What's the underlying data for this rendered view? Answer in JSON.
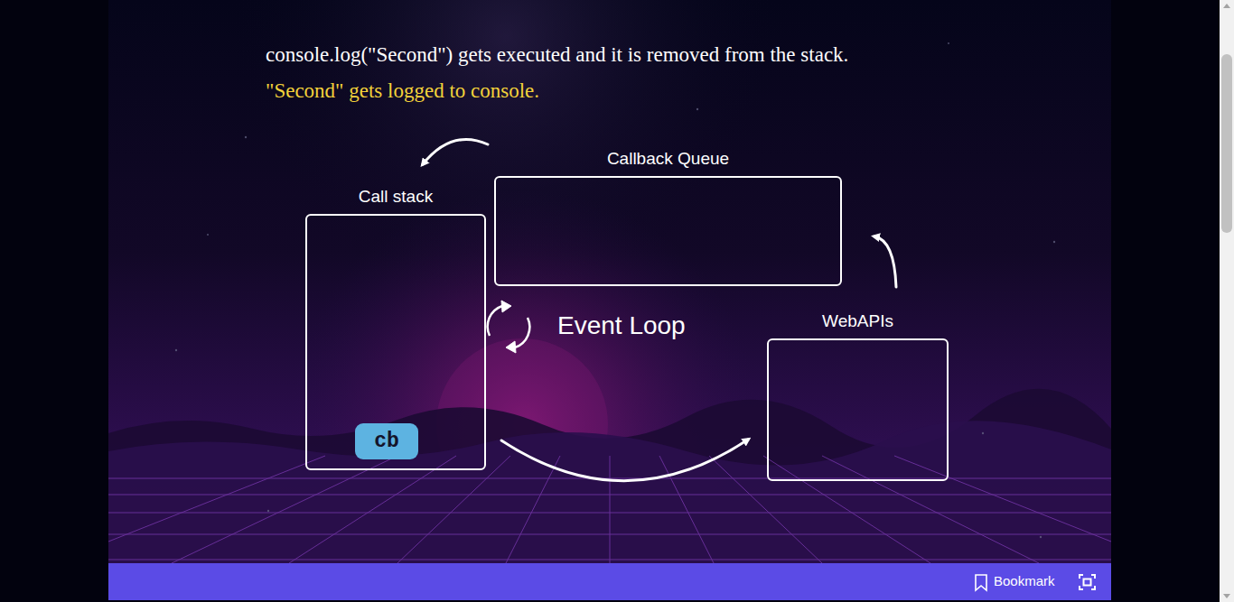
{
  "diagram": {
    "title": "console.log(\"Second\") gets executed and it is removed from the stack.",
    "nodes": [
      {
        "text": [
          "Call stack"
        ]
      },
      {
        "text": [
          "cb"
        ],
        "in": 0
      },
      {
        "text": [
          "Callback Queue"
        ]
      },
      {
        "text": [
          "WebAPIs"
        ]
      }
    ],
    "edges": [
      {
        "from": 0,
        "to": 3,
        "arrow": "to"
      },
      {
        "from": 3,
        "to": 2,
        "arrow": "to"
      },
      {
        "from": 2,
        "to": 0,
        "arrow": "to"
      }
    ],
    "labels": [
      "\"Second\" gets logged to console.",
      "Event Loop",
      "Bookmark"
    ]
  }
}
